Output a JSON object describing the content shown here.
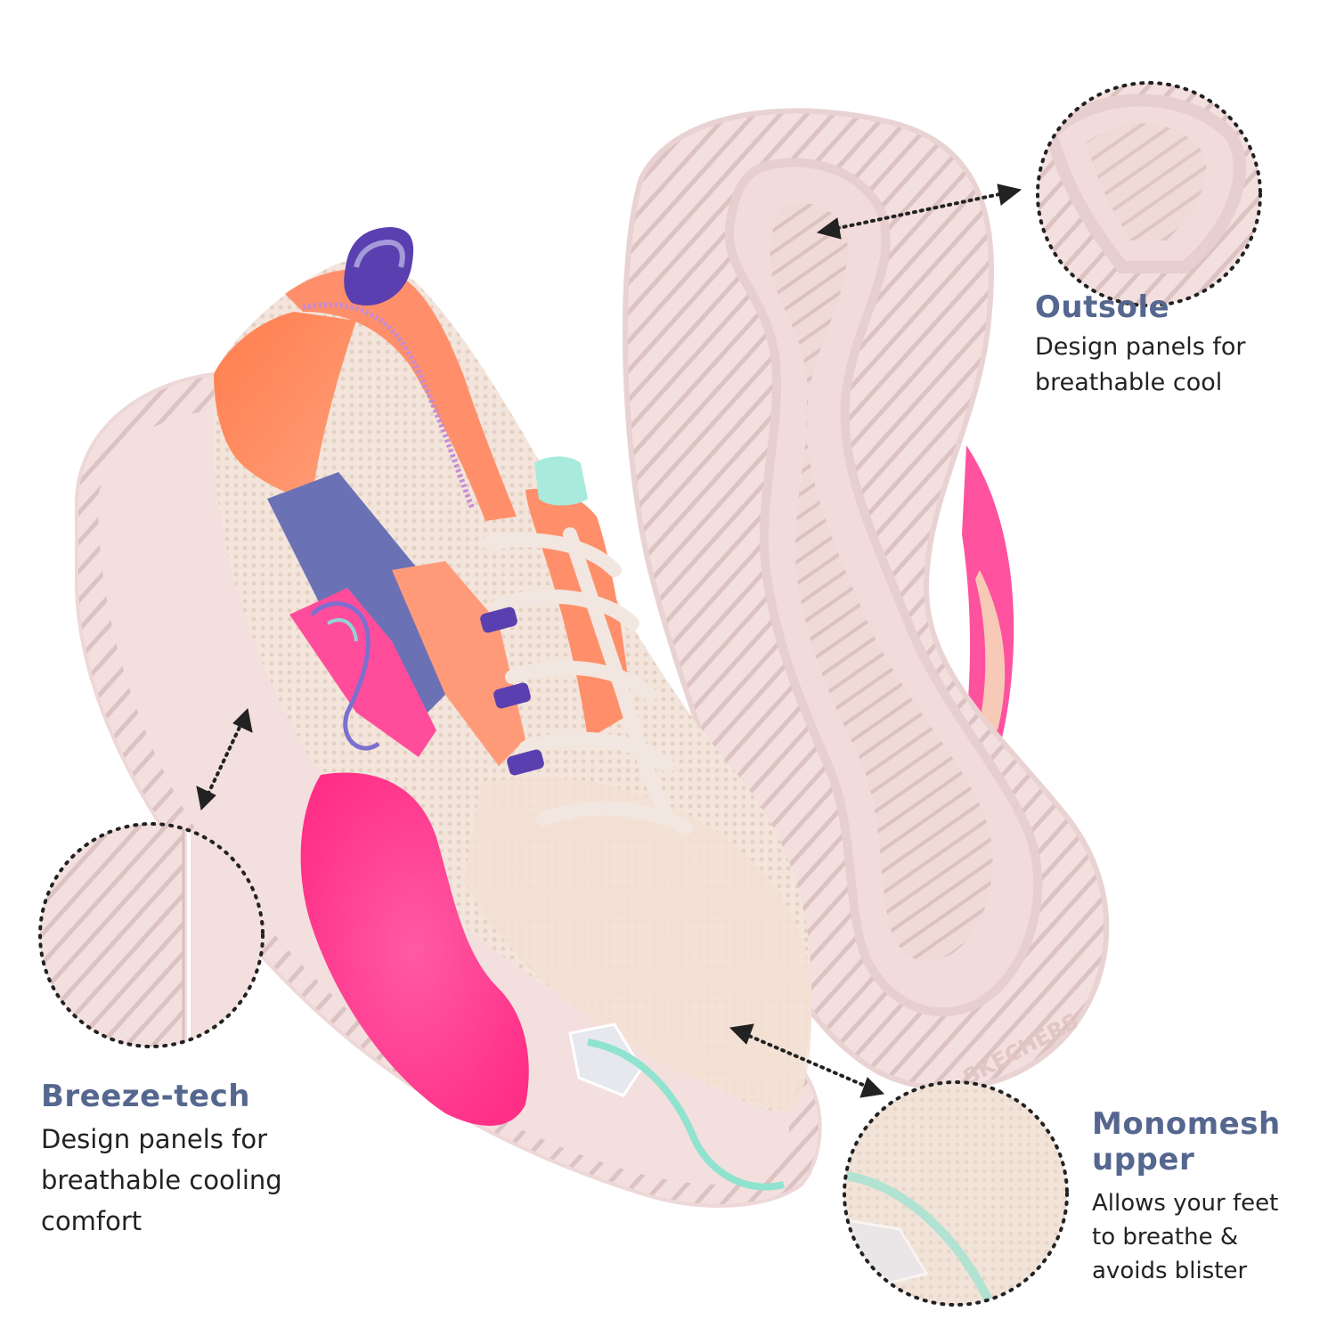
{
  "callouts": {
    "outsole": {
      "title": "Outsole",
      "description_lines": [
        "Design panels for",
        "breathable cool"
      ]
    },
    "breeze_tech": {
      "title": "Breeze-tech",
      "description_lines": [
        "Design panels for",
        "breathable cooling",
        "comfort"
      ]
    },
    "monomesh": {
      "title_lines": [
        "Monomesh",
        "upper"
      ],
      "description_lines": [
        "Allows your feet",
        "to breathe &",
        "avoids blister"
      ]
    }
  },
  "sole_logo_text": "SKECHERS",
  "colors": {
    "heading": "#55678f",
    "body_text": "#222222",
    "sole": "#f3dfde",
    "sole_groove": "#d9c0bf",
    "neon_pink": "#ff3f93",
    "neon_coral": "#ff8a5c",
    "mesh_cream": "#f4e6dc",
    "violet": "#5a3fb0",
    "mint": "#8fe3cf"
  },
  "icons": [
    "double-arrow-dotted-icon",
    "dashed-circle-zoom-icon"
  ]
}
